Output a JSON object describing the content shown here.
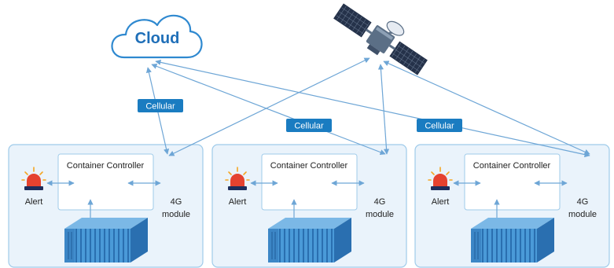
{
  "cloud": {
    "label": "Cloud"
  },
  "satellite": {
    "icon": "satellite-icon"
  },
  "connection_labels": [
    "Cellular",
    "Cellular",
    "Cellular"
  ],
  "units": [
    {
      "controller_label": "Container Controller",
      "alert_label": "Alert",
      "module_line1": "4G",
      "module_line2": "module"
    },
    {
      "controller_label": "Container Controller",
      "alert_label": "Alert",
      "module_line1": "4G",
      "module_line2": "module"
    },
    {
      "controller_label": "Container Controller",
      "alert_label": "Alert",
      "module_line1": "4G",
      "module_line2": "module"
    }
  ],
  "colors": {
    "panel_fill": "#eaf3fb",
    "panel_stroke": "#9fcbea",
    "connector": "#6ea6d6",
    "badge_fill": "#1a7cc1",
    "cloud_stroke": "#2f89d0",
    "cloud_text": "#1f6fb8",
    "alert_red": "#e5422f",
    "alert_navy": "#1d2e5c",
    "alert_ray": "#f5a623",
    "container_blue": "#4a9ad8",
    "container_dark": "#2a6fb0",
    "satellite_body": "#5b6f86",
    "satellite_panel": "#25324a"
  }
}
